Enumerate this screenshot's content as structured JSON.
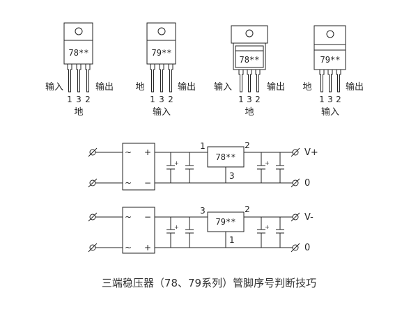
{
  "packages": [
    {
      "part": "78**",
      "left_label": "输入",
      "right_label": "输出",
      "pins": [
        "1",
        "3",
        "2"
      ],
      "bottom_label": "地"
    },
    {
      "part": "79**",
      "left_label": "地",
      "right_label": "输出",
      "pins": [
        "1",
        "3",
        "2"
      ],
      "bottom_label": "输入"
    },
    {
      "part": "78**",
      "left_label": "输入",
      "right_label": "输出",
      "pins": [
        "1",
        "3",
        "2"
      ],
      "bottom_label": "地"
    },
    {
      "part": "79**",
      "left_label": "地",
      "right_label": "输出",
      "pins": [
        "1",
        "3",
        "2"
      ],
      "bottom_label": "输入"
    }
  ],
  "circuits": [
    {
      "regulator": "78**",
      "pin_left": "1",
      "pin_right": "2",
      "pin_bottom": "3",
      "bridge": {
        "ac_top": "~",
        "ac_bottom": "~",
        "dc_top": "+",
        "dc_bottom": "−"
      },
      "cap_mark": "+",
      "out_top": "V+",
      "out_bottom": "0"
    },
    {
      "regulator": "79**",
      "pin_left": "3",
      "pin_right": "2",
      "pin_bottom": "1",
      "bridge": {
        "ac_top": "~",
        "ac_bottom": "~",
        "dc_top": "−",
        "dc_bottom": "+"
      },
      "cap_mark": "+",
      "out_top": "V-",
      "out_bottom": "0"
    }
  ],
  "caption": "三端稳压器（78、79系列）管脚序号判断技巧"
}
